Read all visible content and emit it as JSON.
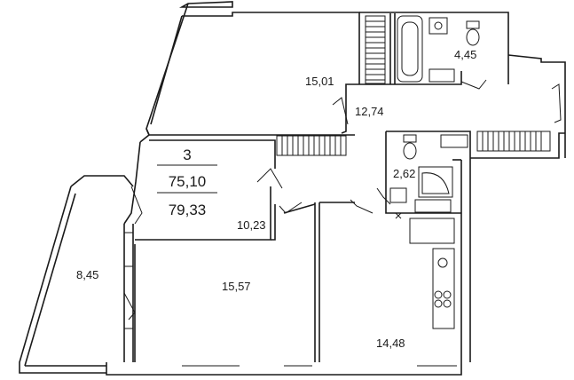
{
  "summary": {
    "rooms": "3",
    "living_area": "75,10",
    "total_area": "79,33"
  },
  "rooms": [
    {
      "id": "bedroom-top",
      "area": "15,01"
    },
    {
      "id": "bathroom",
      "area": "4,45"
    },
    {
      "id": "hall",
      "area": "12,74"
    },
    {
      "id": "wc",
      "area": "2,62"
    },
    {
      "id": "corridor",
      "area": "10,23"
    },
    {
      "id": "balcony",
      "area": "8,45"
    },
    {
      "id": "living-room",
      "area": "15,57"
    },
    {
      "id": "kitchen",
      "area": "14,48"
    }
  ]
}
